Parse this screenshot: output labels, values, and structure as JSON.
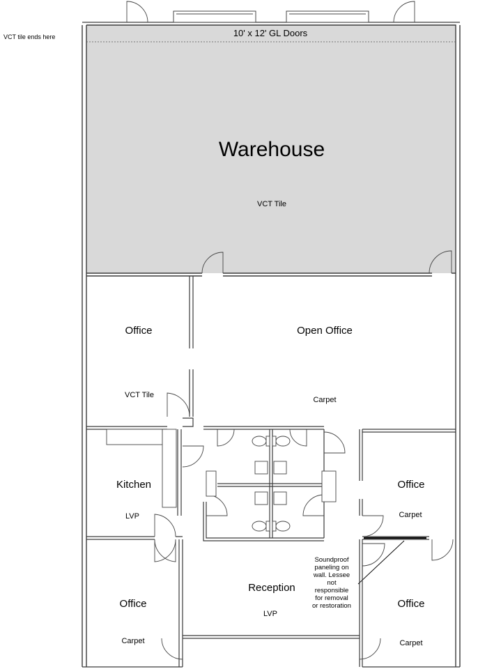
{
  "plan": {
    "top_note": "VCT tile ends here",
    "gl_doors": "10' x 12' GL Doors",
    "rooms": {
      "warehouse": {
        "name": "Warehouse",
        "floor": "VCT Tile"
      },
      "office_nw": {
        "name": "Office",
        "floor": "VCT Tile"
      },
      "open_office": {
        "name": "Open Office",
        "floor": "Carpet"
      },
      "kitchen": {
        "name": "Kitchen",
        "floor": "LVP"
      },
      "office_e": {
        "name": "Office",
        "floor": "Carpet"
      },
      "reception": {
        "name": "Reception",
        "floor": "LVP"
      },
      "office_sw": {
        "name": "Office",
        "floor": "Carpet"
      },
      "office_se": {
        "name": "Office",
        "floor": "Carpet"
      }
    },
    "annotation_lines": [
      "Soundproof",
      "paneling on",
      "wall. Lessee",
      "not",
      "responsible",
      "for removal",
      "or restoration"
    ],
    "colors": {
      "warehouse_fill": "#d9d9d9",
      "wall": "#3a3a3a"
    }
  }
}
